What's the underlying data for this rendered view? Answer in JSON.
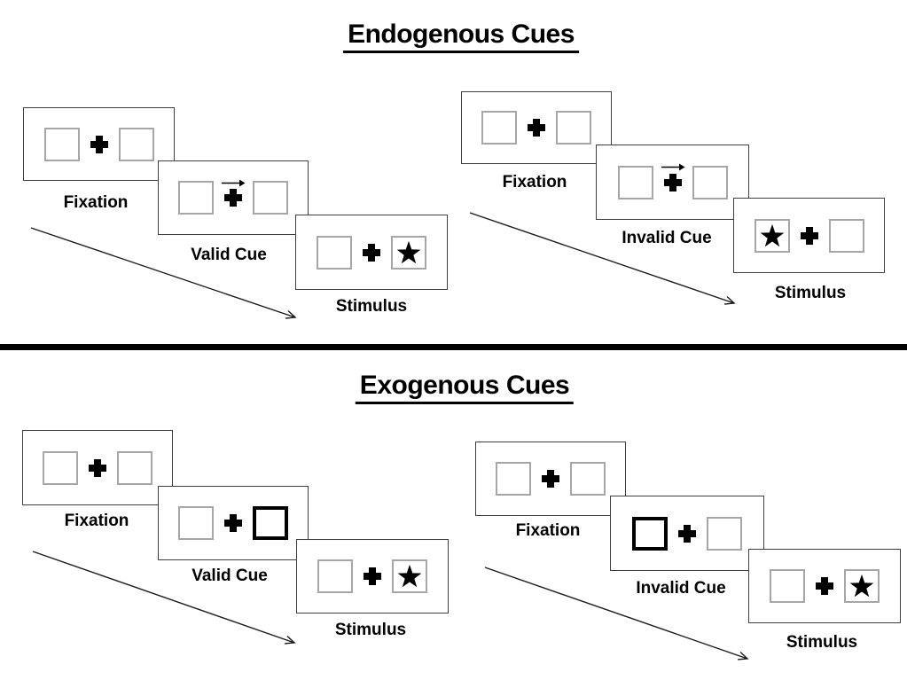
{
  "page": {
    "background": "#ffffff"
  },
  "colors": {
    "ink": "#000000",
    "panel_border": "#3f3f3f",
    "box_border": "#a6a6a6"
  },
  "sections": [
    {
      "title": "Endogenous Cues",
      "groups": [
        {
          "name": "valid-trial",
          "panels": [
            {
              "label": "Fixation",
              "left_box": "empty",
              "right_box": "empty",
              "center_cue": "none"
            },
            {
              "label": "Valid Cue",
              "left_box": "empty",
              "right_box": "empty",
              "center_cue": "arrow-right"
            },
            {
              "label": "Stimulus",
              "left_box": "empty",
              "right_box": "star",
              "center_cue": "none"
            }
          ]
        },
        {
          "name": "invalid-trial",
          "panels": [
            {
              "label": "Fixation",
              "left_box": "empty",
              "right_box": "empty",
              "center_cue": "none"
            },
            {
              "label": "Invalid Cue",
              "left_box": "empty",
              "right_box": "empty",
              "center_cue": "arrow-right"
            },
            {
              "label": "Stimulus",
              "left_box": "star",
              "right_box": "empty",
              "center_cue": "none"
            }
          ]
        }
      ]
    },
    {
      "title": "Exogenous Cues",
      "groups": [
        {
          "name": "valid-trial",
          "panels": [
            {
              "label": "Fixation",
              "left_box": "empty",
              "right_box": "empty",
              "center_cue": "none"
            },
            {
              "label": "Valid Cue",
              "left_box": "empty",
              "right_box": "cue",
              "center_cue": "none"
            },
            {
              "label": "Stimulus",
              "left_box": "empty",
              "right_box": "star",
              "center_cue": "none"
            }
          ]
        },
        {
          "name": "invalid-trial",
          "panels": [
            {
              "label": "Fixation",
              "left_box": "empty",
              "right_box": "empty",
              "center_cue": "none"
            },
            {
              "label": "Invalid Cue",
              "left_box": "cue",
              "right_box": "empty",
              "center_cue": "none"
            },
            {
              "label": "Stimulus",
              "left_box": "empty",
              "right_box": "star",
              "center_cue": "none"
            }
          ]
        }
      ]
    }
  ]
}
